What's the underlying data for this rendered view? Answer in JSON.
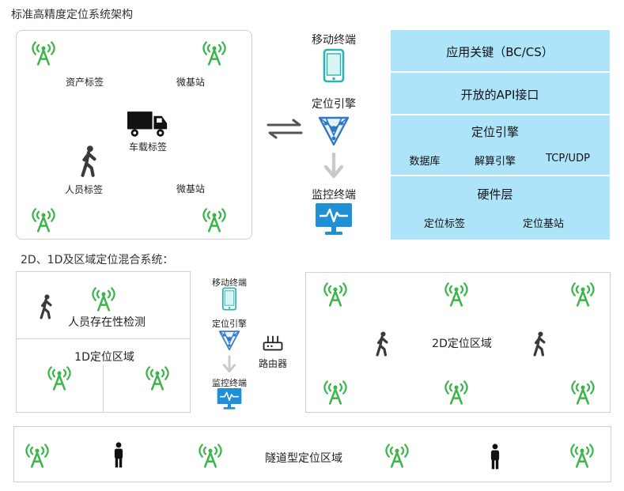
{
  "colors": {
    "tower_green": "#3cb64a",
    "layer_blue": "#aee4fa",
    "icon_teal": "#2bb3b1",
    "engine_blue": "#2f78c4",
    "monitor_blue": "#1f8fd6",
    "border_gray": "#cfcfcf"
  },
  "icons": {
    "tower": "signal-tower-icon",
    "truck": "truck-icon",
    "walker": "walking-person-icon",
    "standing": "standing-person-icon",
    "phone": "mobile-phone-icon",
    "engine": "positioning-engine-icon",
    "monitor": "monitor-icon",
    "router": "router-icon",
    "sync": "bidirectional-arrows-icon",
    "down": "down-arrow-icon"
  },
  "top": {
    "title": "标准高精度定位系统架构",
    "zone": {
      "asset_tag": "资产标签",
      "base_station_top": "微基站",
      "vehicle_tag": "车载标签",
      "person_tag": "人员标签",
      "base_station_bottom": "微基站"
    },
    "flow": {
      "mobile_terminal": "移动终端",
      "positioning_engine": "定位引擎",
      "monitor_terminal": "监控终端"
    },
    "stack": {
      "application": "应用关键（BC/CS）",
      "open_api": "开放的API接口",
      "engine": {
        "title": "定位引擎",
        "items": [
          "数据库",
          "解算引擎",
          "TCP/UDP"
        ]
      },
      "hardware": {
        "title": "硬件层",
        "items": [
          "定位标签",
          "定位基站"
        ]
      }
    }
  },
  "bottom": {
    "title": "2D、1D及区域定位混合系统：",
    "presence": "人员存在性检测",
    "zone_1d": "1D定位区域",
    "mini": {
      "mobile_terminal": "移动终端",
      "positioning_engine": "定位引擎",
      "monitor_terminal": "监控终端",
      "router": "路由器"
    },
    "zone_2d": "2D定位区域",
    "tunnel": "隧道型定位区域"
  }
}
